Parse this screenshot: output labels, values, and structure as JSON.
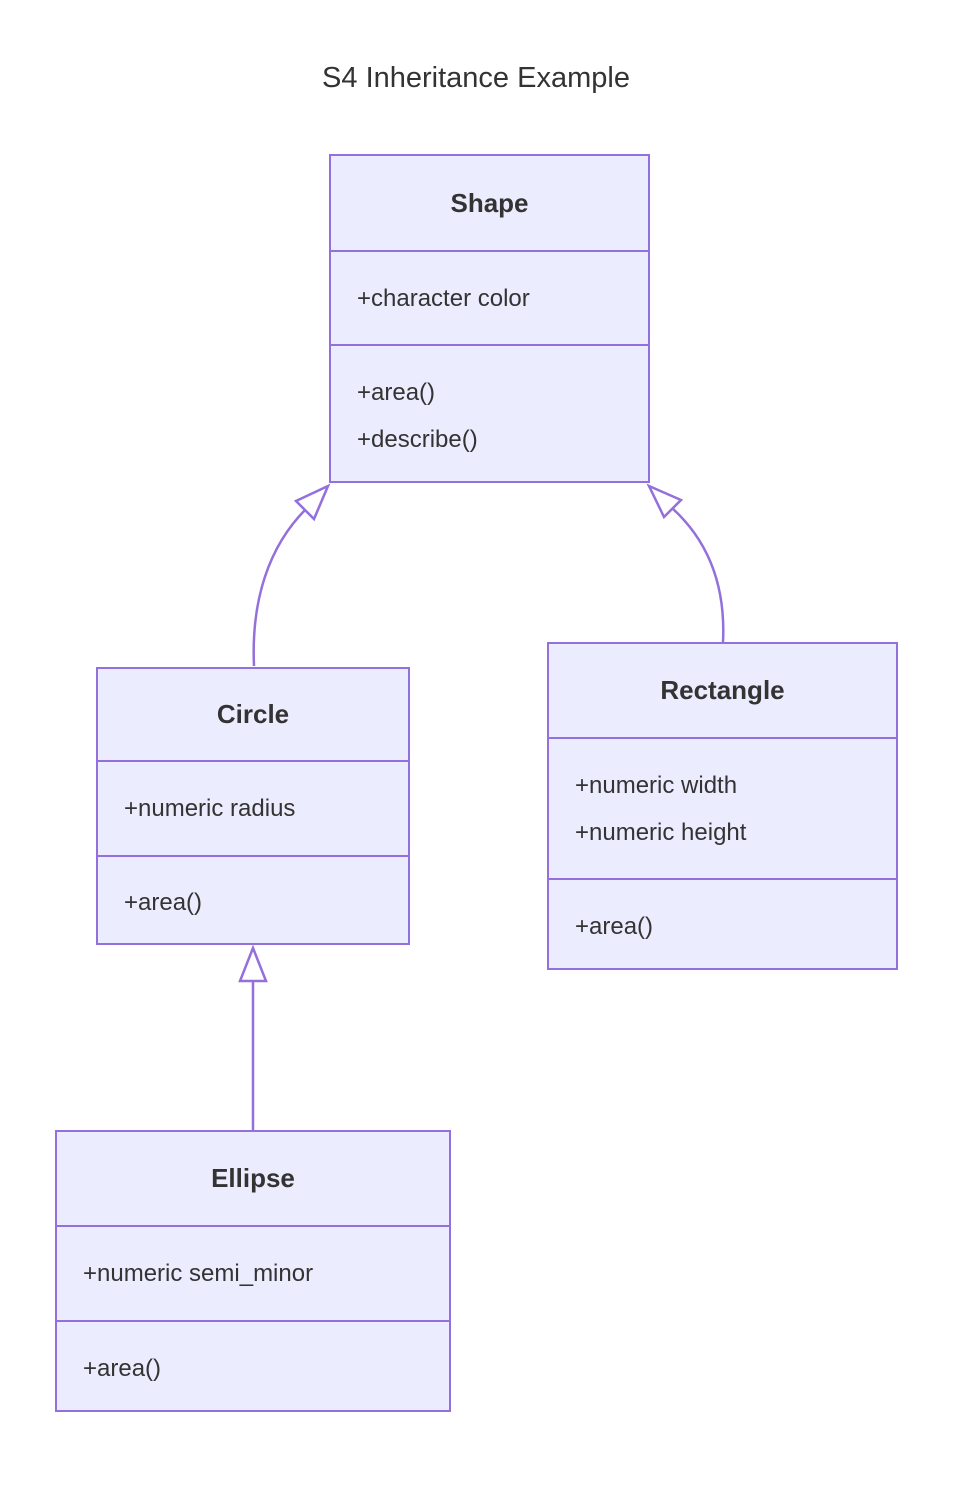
{
  "diagram": {
    "title": "S4 Inheritance Example",
    "classes": [
      {
        "name": "Shape",
        "attributes": [
          "+character color"
        ],
        "methods": [
          "+area()",
          "+describe()"
        ]
      },
      {
        "name": "Circle",
        "attributes": [
          "+numeric radius"
        ],
        "methods": [
          "+area()"
        ]
      },
      {
        "name": "Rectangle",
        "attributes": [
          "+numeric width",
          "+numeric height"
        ],
        "methods": [
          "+area()"
        ]
      },
      {
        "name": "Ellipse",
        "attributes": [
          "+numeric semi_minor"
        ],
        "methods": [
          "+area()"
        ]
      }
    ],
    "relations": [
      {
        "from": "Circle",
        "to": "Shape",
        "type": "inheritance"
      },
      {
        "from": "Rectangle",
        "to": "Shape",
        "type": "inheritance"
      },
      {
        "from": "Ellipse",
        "to": "Circle",
        "type": "inheritance"
      }
    ],
    "colors": {
      "node_fill": "#ECECFF",
      "node_border": "#9370DB",
      "relation_line": "#9370DB",
      "text": "#333333",
      "background": "#ffffff"
    }
  }
}
